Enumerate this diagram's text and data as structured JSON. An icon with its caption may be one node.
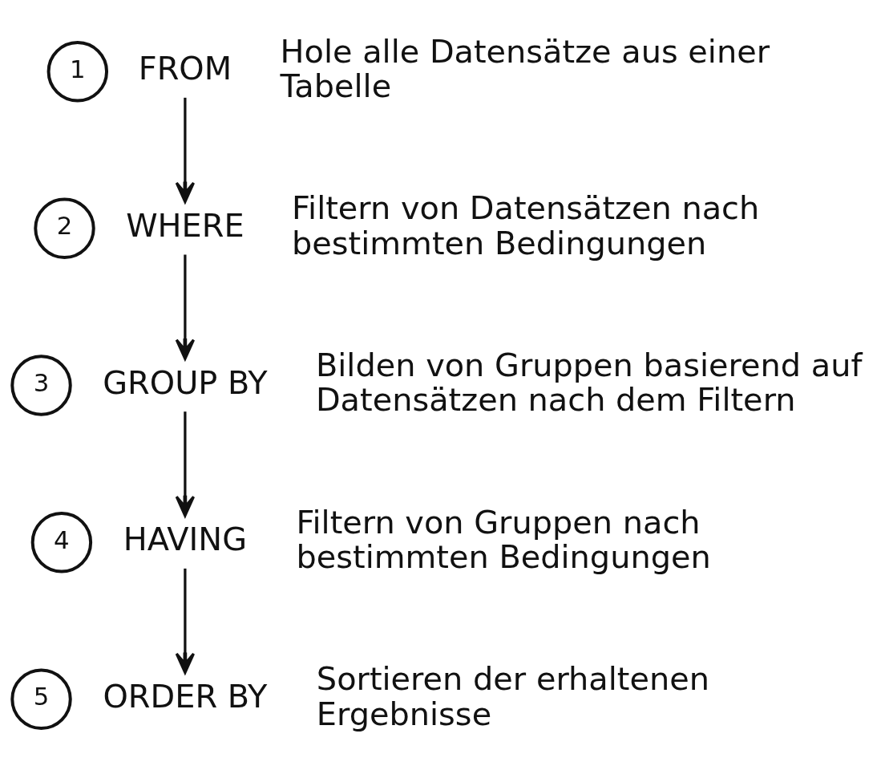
{
  "diagram": {
    "nodes": [
      {
        "text": [
          "1"
        ]
      },
      {
        "text": [
          "FROM"
        ],
        "beside": [
          "Hole alle Datensätze aus einer Tabelle"
        ]
      },
      {
        "text": [
          "2"
        ]
      },
      {
        "text": [
          "WHERE"
        ],
        "beside": [
          "Filtern von Datensätzen nach bestimmten Bedingungen"
        ]
      },
      {
        "text": [
          "3"
        ]
      },
      {
        "text": [
          "GROUP BY"
        ],
        "beside": [
          "Bilden von Gruppen basierend auf Datensätzen nach dem Filtern"
        ]
      },
      {
        "text": [
          "4"
        ]
      },
      {
        "text": [
          "HAVING"
        ],
        "beside": [
          "Filtern von Gruppen nach bestimmten Bedingungen"
        ]
      },
      {
        "text": [
          "5"
        ]
      },
      {
        "text": [
          "ORDER BY"
        ],
        "beside": [
          "Sortieren der erhaltenen Ergebnisse"
        ]
      }
    ],
    "edges": [
      {
        "from": 1,
        "to": 3,
        "arrow": "to"
      },
      {
        "from": 3,
        "to": 5,
        "arrow": "to"
      },
      {
        "from": 5,
        "to": 7,
        "arrow": "to"
      },
      {
        "from": 7,
        "to": 9,
        "arrow": "to"
      }
    ]
  }
}
